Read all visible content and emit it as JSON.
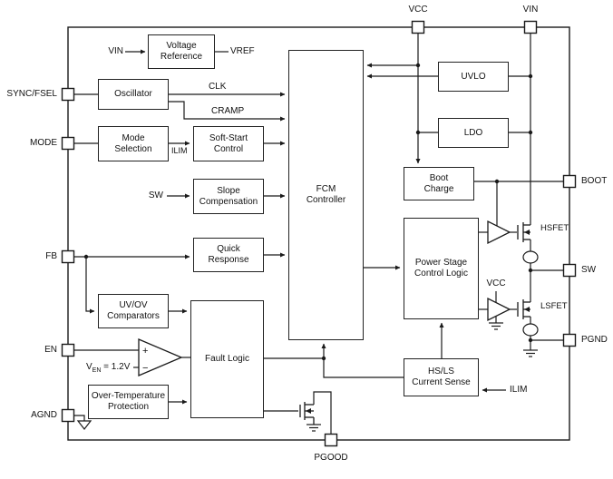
{
  "pins": {
    "vcc": "VCC",
    "vin": "VIN",
    "sync_fsel": "SYNC/FSEL",
    "mode": "MODE",
    "fb": "FB",
    "en": "EN",
    "agnd": "AGND",
    "boot": "BOOT",
    "sw": "SW",
    "pgnd": "PGND",
    "pgood": "PGOOD"
  },
  "blocks": {
    "voltage_reference": "Voltage Reference",
    "oscillator": "Oscillator",
    "mode_selection": "Mode Selection",
    "soft_start_control": "Soft-Start Control",
    "slope_compensation": "Slope Compensation",
    "quick_response": "Quick Response",
    "uv_ov_comparators": "UV/OV Comparators",
    "fault_logic": "Fault Logic",
    "fcm_controller": "FCM Controller",
    "uvlo": "UVLO",
    "ldo": "LDO",
    "boot_charge": "Boot Charge",
    "power_stage_control_logic": "Power Stage Control Logic",
    "hs_ls_current_sense_l1": "HS/LS",
    "hs_ls_current_sense_l2": "Current Sense",
    "over_temperature_protection": "Over-Temperature Protection"
  },
  "signals": {
    "vin_ref_input": "VIN",
    "vref": "VREF",
    "clk": "CLK",
    "cramp": "CRAMP",
    "ilim_mode": "ILIM",
    "sw_slope_input": "SW",
    "ven_prefix": "V",
    "ven_sub": "EN",
    "ven_value": " = 1.2V",
    "vcc_ls_driver": "VCC",
    "ilim_current_sense": "ILIM",
    "hsfet": "HSFET",
    "lsfet": "LSFET"
  },
  "comparator": {
    "plus": "+",
    "minus": "−"
  },
  "colors": {
    "line": "#1a1a1a",
    "background": "#ffffff",
    "block_fill": "#ffffff"
  }
}
